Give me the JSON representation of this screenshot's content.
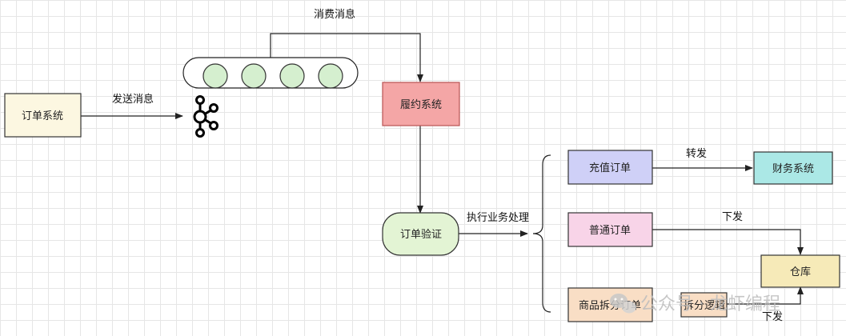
{
  "nodes": {
    "order_system": "订单系统",
    "fulfillment_system": "履约系统",
    "order_validation": "订单验证",
    "recharge_order": "充值订单",
    "finance_system": "财务系统",
    "normal_order": "普通订单",
    "warehouse": "仓库",
    "product_split_order": "商品拆分订单",
    "split_logic": "拆分逻辑"
  },
  "edges": {
    "send_message": "发送消息",
    "consume_message": "消费消息",
    "execute_business": "执行业务处理",
    "forward": "转发",
    "dispatch_normal": "下发",
    "dispatch_split": "下发"
  },
  "queue": {
    "slots": 4
  },
  "watermark": {
    "text": "公众号 · 龙虾编程"
  },
  "colors": {
    "order_system_fill": "#fcf7e1",
    "fulfillment_fill": "#f4a6a6",
    "fulfillment_stroke": "#b85454",
    "validation_fill": "#e3f4d4",
    "recharge_fill": "#cfd0f7",
    "finance_fill": "#abe8e6",
    "normal_fill": "#f8d4e8",
    "warehouse_fill": "#f6eab8",
    "split_fill": "#f9dec5",
    "queue_circle_fill": "#d5efcf"
  }
}
